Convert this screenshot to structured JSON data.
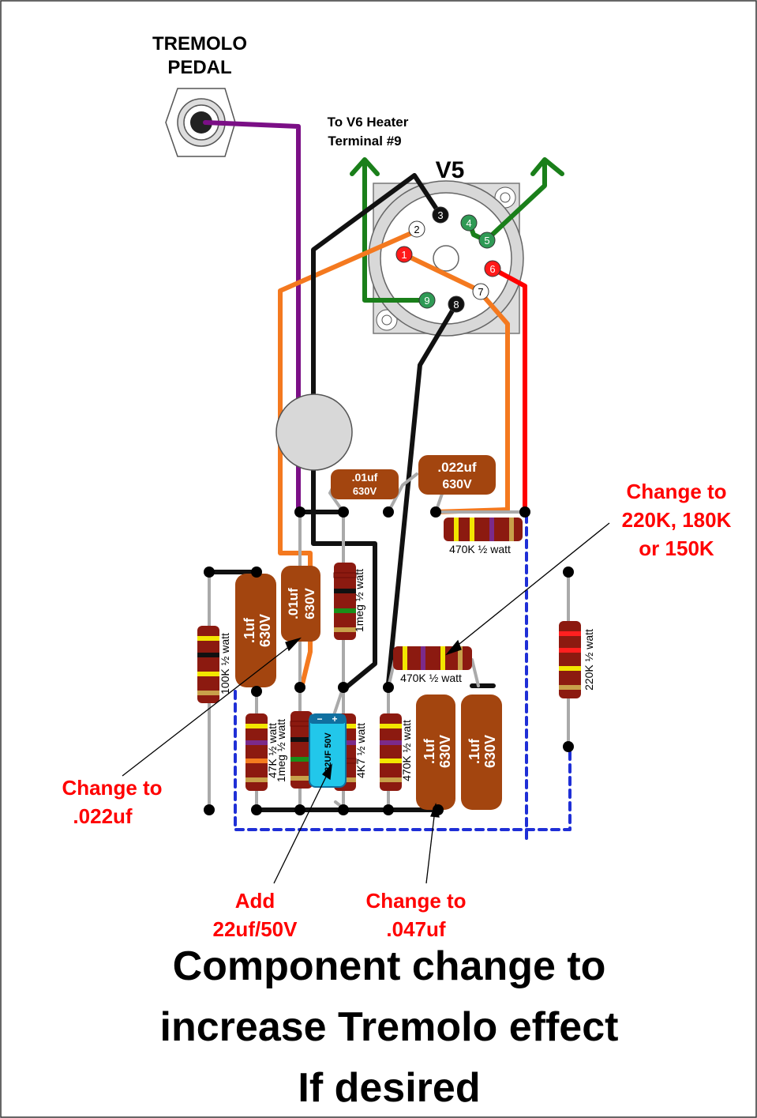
{
  "labels": {
    "pedal": [
      "TREMOLO",
      "PEDAL"
    ],
    "heater": [
      "To V6 Heater",
      "Terminal #9"
    ],
    "tube": "V5",
    "note_470k": [
      "Change to",
      "220K, 180K",
      "or 150K"
    ],
    "note_01uf": [
      "Change to",
      ".022uf"
    ],
    "note_add": [
      "Add",
      "22uf/50V"
    ],
    "note_1uf": [
      "Change to",
      ".047uf"
    ]
  },
  "title": [
    "Component change to",
    "increase Tremolo effect",
    "If desired"
  ],
  "socket_pins": [
    "1",
    "2",
    "3",
    "4",
    "5",
    "6",
    "7",
    "8",
    "9"
  ],
  "capacitors": {
    "c_01_top": [
      ".01uf",
      "630V"
    ],
    "c_022_top": [
      ".022uf",
      "630V"
    ],
    "c_1_left": [
      ".1uf",
      "630V"
    ],
    "c_01_left": [
      ".01uf",
      "630V"
    ],
    "c_1_bottom_a": [
      ".1uf",
      "630V"
    ],
    "c_1_bottom_b": [
      ".1uf",
      "630V"
    ],
    "electrolytic": "22UF 50V"
  },
  "resistors": {
    "r_470k_top": "470K ½ watt",
    "r_470k_mid": "470K ½ watt",
    "r_100k": "100K ½ watt",
    "r_1meg_top": "1meg ½ watt",
    "r_47k": "47K ½ watt",
    "r_1meg_bottom": "1meg ½ watt",
    "r_4k7": "4K7 ½ watt",
    "r_470k_bottom": "470K ½ watt",
    "r_220k": "220K ½ watt"
  },
  "colors": {
    "wire_purple": "#7b0f86",
    "wire_orange": "#f4791f",
    "wire_green": "#1a7f1a",
    "wire_red": "#ff0000",
    "wire_black": "#111111",
    "ground_dotted": "#1f2fd6",
    "cap_brown": "#a3450f",
    "resistor_body": "#8c1a10",
    "electrolytic_blue": "#22c7ea",
    "note_red": "#ff0000"
  }
}
